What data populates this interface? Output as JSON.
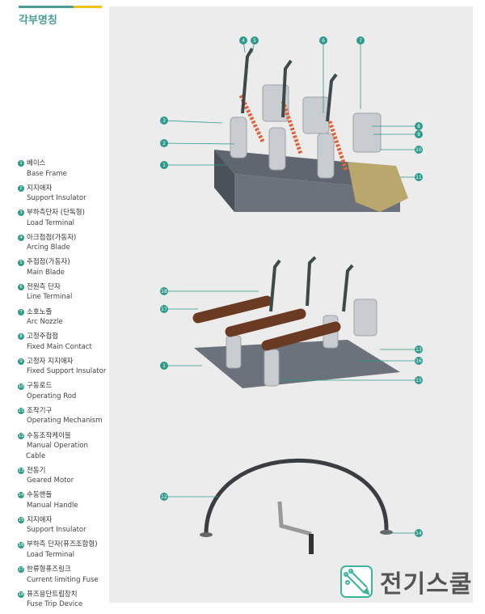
{
  "header": {
    "title": "각부명칭"
  },
  "legend": [
    {
      "n": "1",
      "ko": "베이스",
      "en": "Base Frame"
    },
    {
      "n": "2",
      "ko": "지지애자",
      "en": "Support Insulator"
    },
    {
      "n": "3",
      "ko": "부하측단자 (단독형)",
      "en": "Load Terminal"
    },
    {
      "n": "4",
      "ko": "아크접점(가동자)",
      "en": "Arcing Blade"
    },
    {
      "n": "5",
      "ko": "주접점(가동자)",
      "en": "Main Blade"
    },
    {
      "n": "6",
      "ko": "전원측 단자",
      "en": "Line Terminal"
    },
    {
      "n": "7",
      "ko": "소호노즐",
      "en": "Arc Nozzle"
    },
    {
      "n": "8",
      "ko": "고정주접점",
      "en": "Fixed Main Contact"
    },
    {
      "n": "9",
      "ko": "고정자 지지애자",
      "en": "Fixed Support Insulator"
    },
    {
      "n": "10",
      "ko": "구동로드",
      "en": "Operating Rod"
    },
    {
      "n": "11",
      "ko": "조작기구",
      "en": "Operating Mechanism"
    },
    {
      "n": "12",
      "ko": "수동조작케이블",
      "en": "Manual Operation",
      "en2": "Cable"
    },
    {
      "n": "13",
      "ko": "전동기",
      "en": "Geared Motor"
    },
    {
      "n": "14",
      "ko": "수동핸들",
      "en": "Manual Handle"
    },
    {
      "n": "15",
      "ko": "지지애자",
      "en": "Support Insulator"
    },
    {
      "n": "16",
      "ko": "부하측 단자(퓨즈조합형)",
      "en": "Load Terminal"
    },
    {
      "n": "17",
      "ko": "한류형퓨즈링크",
      "en": "Current limiting Fuse"
    },
    {
      "n": "18",
      "ko": "퓨즈용단트립장치",
      "en": "Fuse Trip Device"
    }
  ],
  "callouts": {
    "c4": "4",
    "c5": "5",
    "c6": "6",
    "c7": "7",
    "c3": "3",
    "c2": "2",
    "c1": "1",
    "c8": "8",
    "c9": "9",
    "c10": "10",
    "c11": "11",
    "d18": "18",
    "d17": "17",
    "d1": "1",
    "d13": "13",
    "d16": "16",
    "d15": "15",
    "e12": "12",
    "e14": "14"
  },
  "logo": {
    "text": "전기스쿨"
  },
  "colors": {
    "teal": "#2e9a8c",
    "yellow": "#f2c21b",
    "orange": "#e0643a",
    "brown": "#6b3a22"
  }
}
